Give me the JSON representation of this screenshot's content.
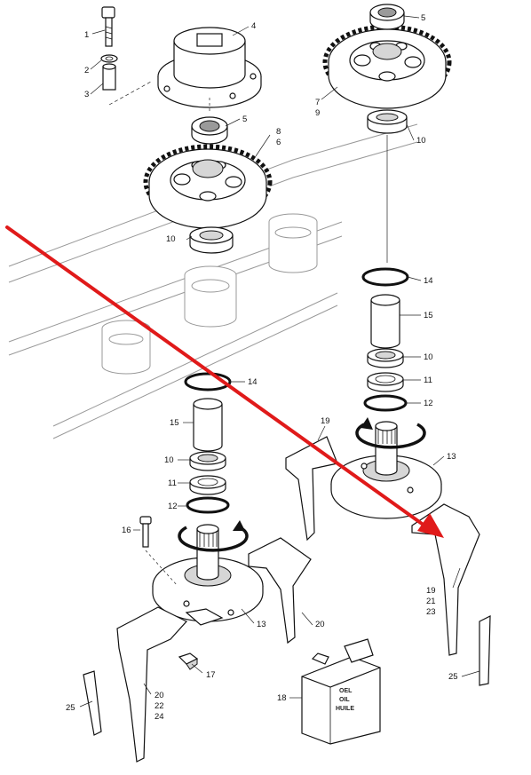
{
  "callouts": {
    "c1": "1",
    "c2": "2",
    "c3": "3",
    "c4": "4",
    "c5a": "5",
    "c5b": "5",
    "c8": "8",
    "c6": "6",
    "c7": "7",
    "c9": "9",
    "c10a": "10",
    "c10b": "10",
    "c10c": "10",
    "c10d": "10",
    "c14a": "14",
    "c14b": "14",
    "c15a": "15",
    "c15b": "15",
    "c11a": "11",
    "c11b": "11",
    "c12a": "12",
    "c12b": "12",
    "c13a": "13",
    "c13b": "13",
    "c16": "16",
    "c17": "17",
    "c18": "18",
    "c19a": "19",
    "c19b": "19",
    "c21": "21",
    "c23": "23",
    "c20a": "20",
    "c20b": "20",
    "c22": "22",
    "c24": "24",
    "c25a": "25",
    "c25b": "25"
  },
  "oil_can": {
    "line1": "OEL",
    "line2": "OIL",
    "line3": "HUILE"
  },
  "colors": {
    "arrow": "#e01a1a",
    "ink": "#111111",
    "ghost": "#999999",
    "shade": "#d6d6d6"
  }
}
